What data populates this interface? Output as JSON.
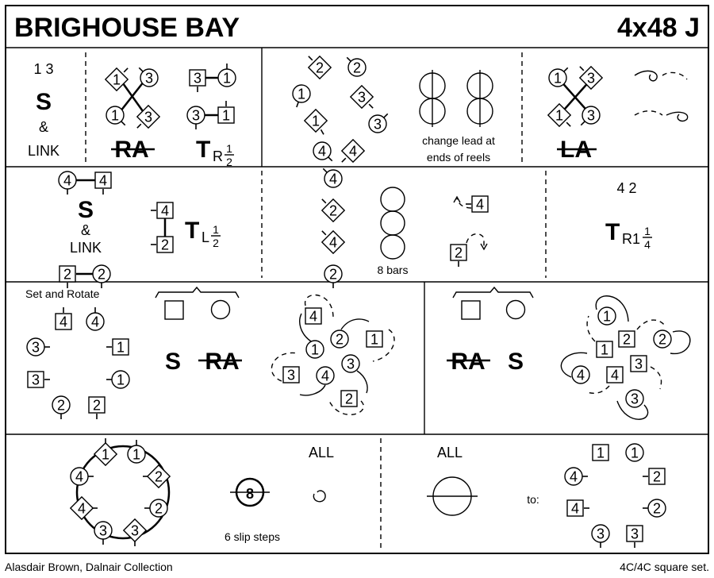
{
  "title": {
    "name": "BRIGHOUSE BAY",
    "code": "4x48 J"
  },
  "footer": {
    "source": "Alasdair Brown, Dalnair Collection",
    "set_type": "4C/4C  square set."
  },
  "row1": {
    "a": {
      "couples": "1 3",
      "figure": "S",
      "amp": "&",
      "link": "LINK"
    },
    "b": {
      "ra": "RA",
      "t": "T",
      "t_sub": "R",
      "frac_n": "1",
      "frac_d": "2"
    },
    "c": {
      "note1": "change lead at",
      "note2": "ends of reels"
    },
    "d": {
      "la": "LA"
    }
  },
  "row2": {
    "a": {
      "figure": "S",
      "amp": "&",
      "link": "LINK",
      "t": "T",
      "t_sub": "L",
      "frac_n": "1",
      "frac_d": "2"
    },
    "b": {
      "bars": "8 bars"
    },
    "c": {
      "couples": "4 2",
      "t": "T",
      "t_sub": "R1",
      "frac_n": "1",
      "frac_d": "4"
    }
  },
  "row3": {
    "a": {
      "title": "Set and Rotate",
      "s": "S",
      "ra": "RA"
    },
    "b": {
      "ra": "RA",
      "s": "S"
    }
  },
  "row4": {
    "a": {
      "eight": "8",
      "steps": "6 slip steps",
      "all": "ALL"
    },
    "b": {
      "all": "ALL",
      "to": "to:"
    }
  },
  "dancers": {
    "r1b": [
      "1",
      "3",
      "1",
      "3",
      "3",
      "1",
      "3",
      "1"
    ],
    "r1c": [
      "2",
      "2",
      "1",
      "3",
      "1",
      "3",
      "4",
      "4"
    ],
    "r1d": [
      "1",
      "3",
      "1",
      "3"
    ],
    "r2a": [
      "4",
      "4",
      "2",
      "2",
      "4",
      "2"
    ],
    "r2b": [
      "4",
      "2",
      "4",
      "2",
      "4",
      "2"
    ],
    "r3a": [
      "4",
      "4",
      "3",
      "1",
      "3",
      "1",
      "2",
      "2"
    ],
    "r3b": [
      "4",
      "2",
      "1",
      "1",
      "3",
      "3",
      "4",
      "2"
    ],
    "r3c": [
      "1",
      "2",
      "2",
      "1",
      "3",
      "4",
      "4",
      "3"
    ],
    "r4a": [
      "1",
      "1",
      "4",
      "2",
      "4",
      "2",
      "3",
      "3"
    ],
    "r4b": [
      "1",
      "1",
      "4",
      "2",
      "4",
      "2",
      "3",
      "3"
    ]
  }
}
